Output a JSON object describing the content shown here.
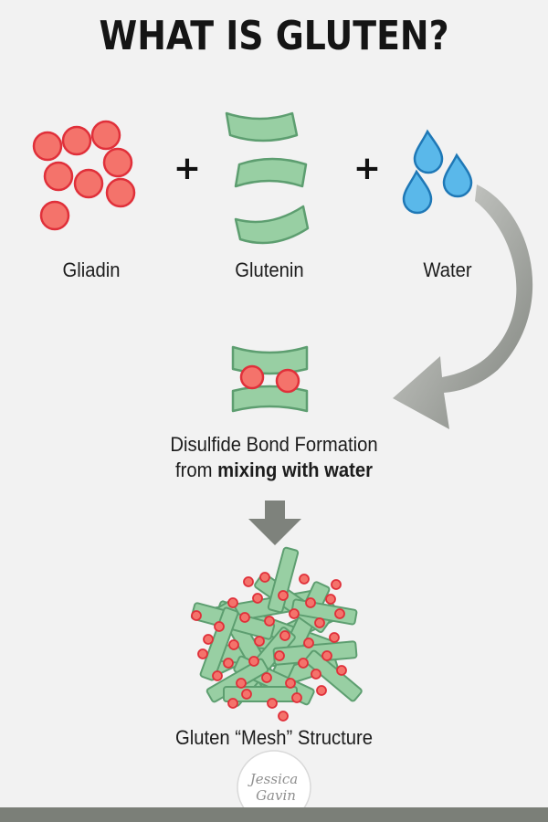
{
  "title": "WHAT IS GLUTEN?",
  "components": {
    "gliadin_label": "Gliadin",
    "glutenin_label": "Glutenin",
    "water_label": "Water",
    "plus": "+"
  },
  "bond": {
    "line1": "Disulfide Bond Formation",
    "line2_prefix": "from ",
    "line2_bold": "mixing with water"
  },
  "result_label": "Gluten “Mesh” Structure",
  "logo": {
    "line1": "Jessica",
    "line2": "Gavin"
  },
  "colors": {
    "gliadin_fill": "#f4736b",
    "gliadin_stroke": "#e0303a",
    "glutenin_fill": "#98cfa3",
    "glutenin_stroke": "#5d9e70",
    "water_fill": "#5ab8ea",
    "water_stroke": "#1f78b6",
    "arrow": "#7e827c",
    "background": "#f2f2f2"
  }
}
